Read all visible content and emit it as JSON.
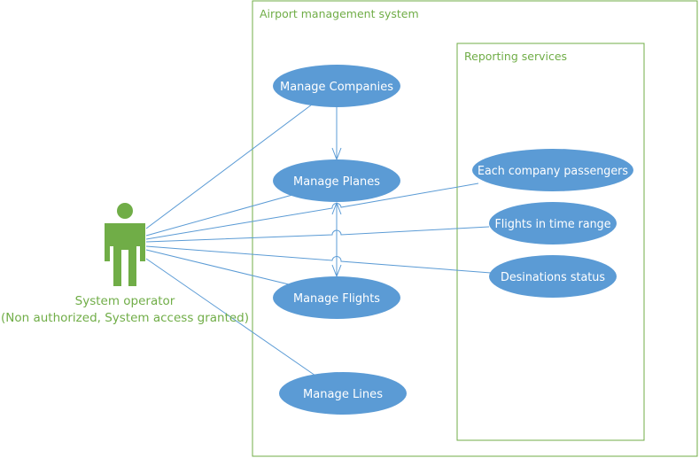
{
  "diagram": {
    "system_title": "Airport management system",
    "subsystem_title": "Reporting services",
    "actor": {
      "name": "System operator",
      "role": "(Non authorized, System access granted)"
    },
    "use_cases": {
      "manage_companies": "Manage Companies",
      "manage_planes": "Manage Planes",
      "manage_flights": "Manage Flights",
      "manage_lines": "Manage Lines",
      "each_company_passengers": "Each company passengers",
      "flights_in_time_range": "Flights in time range",
      "destinations_status": "Desinations status"
    },
    "colors": {
      "boundary": "#70ad47",
      "actor": "#70ad47",
      "use_case_fill": "#5b9bd5",
      "line": "#5b9bd5"
    }
  }
}
